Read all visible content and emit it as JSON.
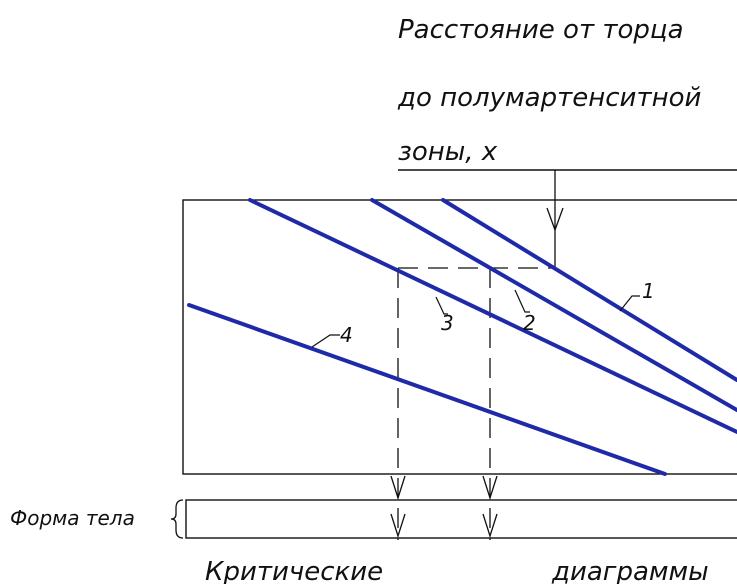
{
  "annotations": {
    "distance_line1": "Расстояние от торца",
    "distance_line2": "до полумартенситной",
    "distance_line3": "зоны, x",
    "body_shape": "Форма тела",
    "bottom_left": "Критические",
    "bottom_right": "диаграммы"
  },
  "curve_labels": [
    "1",
    "2",
    "3",
    "4"
  ],
  "colors": {
    "curve": "#1f2aa8",
    "outline": "#111111"
  }
}
